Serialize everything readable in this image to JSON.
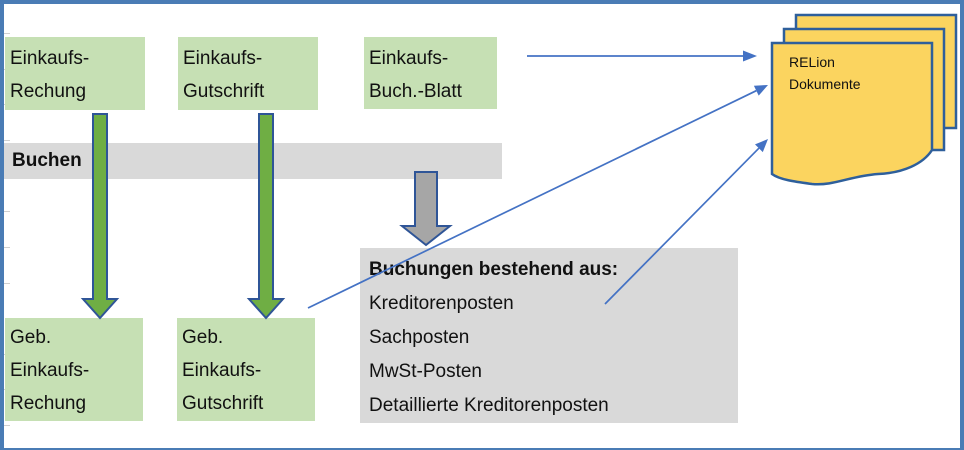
{
  "colors": {
    "frame_border": "#4a7cb5",
    "box_green": "#c6e0b4",
    "panel_gray": "#d9d9d9",
    "gridline_gray": "#d0d0d0",
    "arrow_green": "#6fae44",
    "arrow_gray": "#a6a6a6",
    "arrow_outline_blue": "#2f5597",
    "doc_yellow": "#fbd45f",
    "doc_border_blue": "#2e5f9b",
    "connector_blue": "#4472c4",
    "text_black": "#111111"
  },
  "diagram": {
    "source_boxes": [
      {
        "line1": "Einkaufs-",
        "line2": "Rechung"
      },
      {
        "line1": "Einkaufs-",
        "line2": "Gutschrift"
      },
      {
        "line1": "Einkaufs-",
        "line2": "Buch.-Blatt"
      }
    ],
    "band": {
      "label": "Buchen"
    },
    "posted_boxes": [
      {
        "line1": "Geb.",
        "line2": "Einkaufs-",
        "line3": "Rechung"
      },
      {
        "line1": "Geb.",
        "line2": "Einkaufs-",
        "line3": "Gutschrift"
      }
    ],
    "posting_box": {
      "title": "Buchungen bestehend aus:",
      "items": [
        "Kreditorenposten",
        "Sachposten",
        "MwSt-Posten",
        "Detaillierte Kreditorenposten"
      ]
    },
    "documents": {
      "line1": "RELion",
      "line2": "Dokumente"
    }
  }
}
